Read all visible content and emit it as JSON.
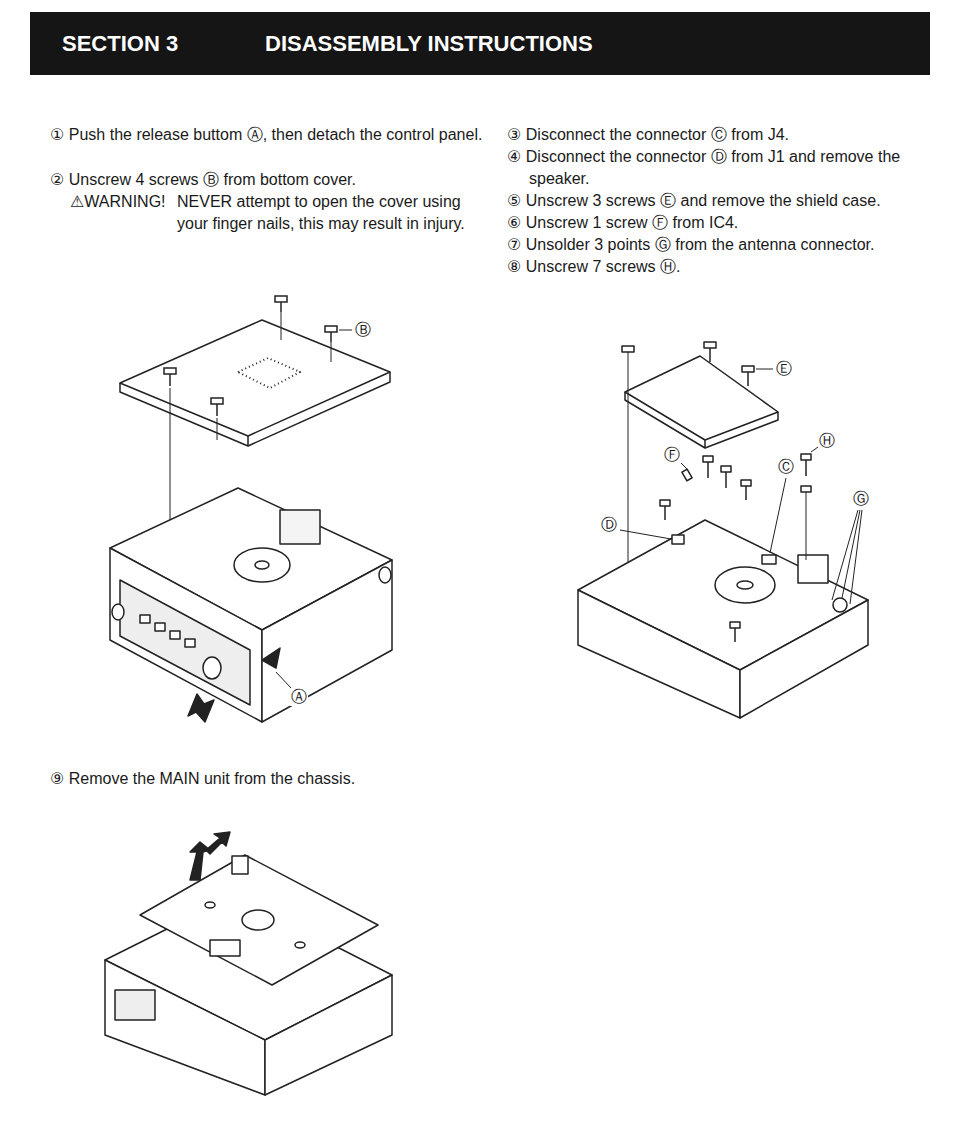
{
  "diagram": {
    "nodes": [
      {
        "text": [
          "SECTION 3",
          "DISASSEMBLY INSTRUCTIONS"
        ]
      }
    ],
    "labels": [
      "① Push the release buttom Ⓐ, then detach the control panel.",
      "② Unscrew 4 screws Ⓑ from bottom cover.",
      "⚠WARNING!",
      "NEVER attempt to open the cover using your finger nails, this may result in injury.",
      "③ Disconnect the connector Ⓒ from J4.",
      "④ Disconnect the connector Ⓓ from J1 and remove the speaker.",
      "⑤ Unscrew 3 screws Ⓔ and remove the shield case.",
      "⑥ Unscrew 1 screw Ⓕ from IC4.",
      "⑦ Unsolder 3 points Ⓖ from the antenna connector.",
      "⑧ Unscrew 7 screws Ⓗ.",
      "⑨ Remove the MAIN unit from the chassis.",
      "Ⓑ",
      "Ⓐ",
      "Ⓔ",
      "Ⓗ",
      "Ⓕ",
      "Ⓒ",
      "Ⓓ",
      "Ⓖ"
    ]
  }
}
